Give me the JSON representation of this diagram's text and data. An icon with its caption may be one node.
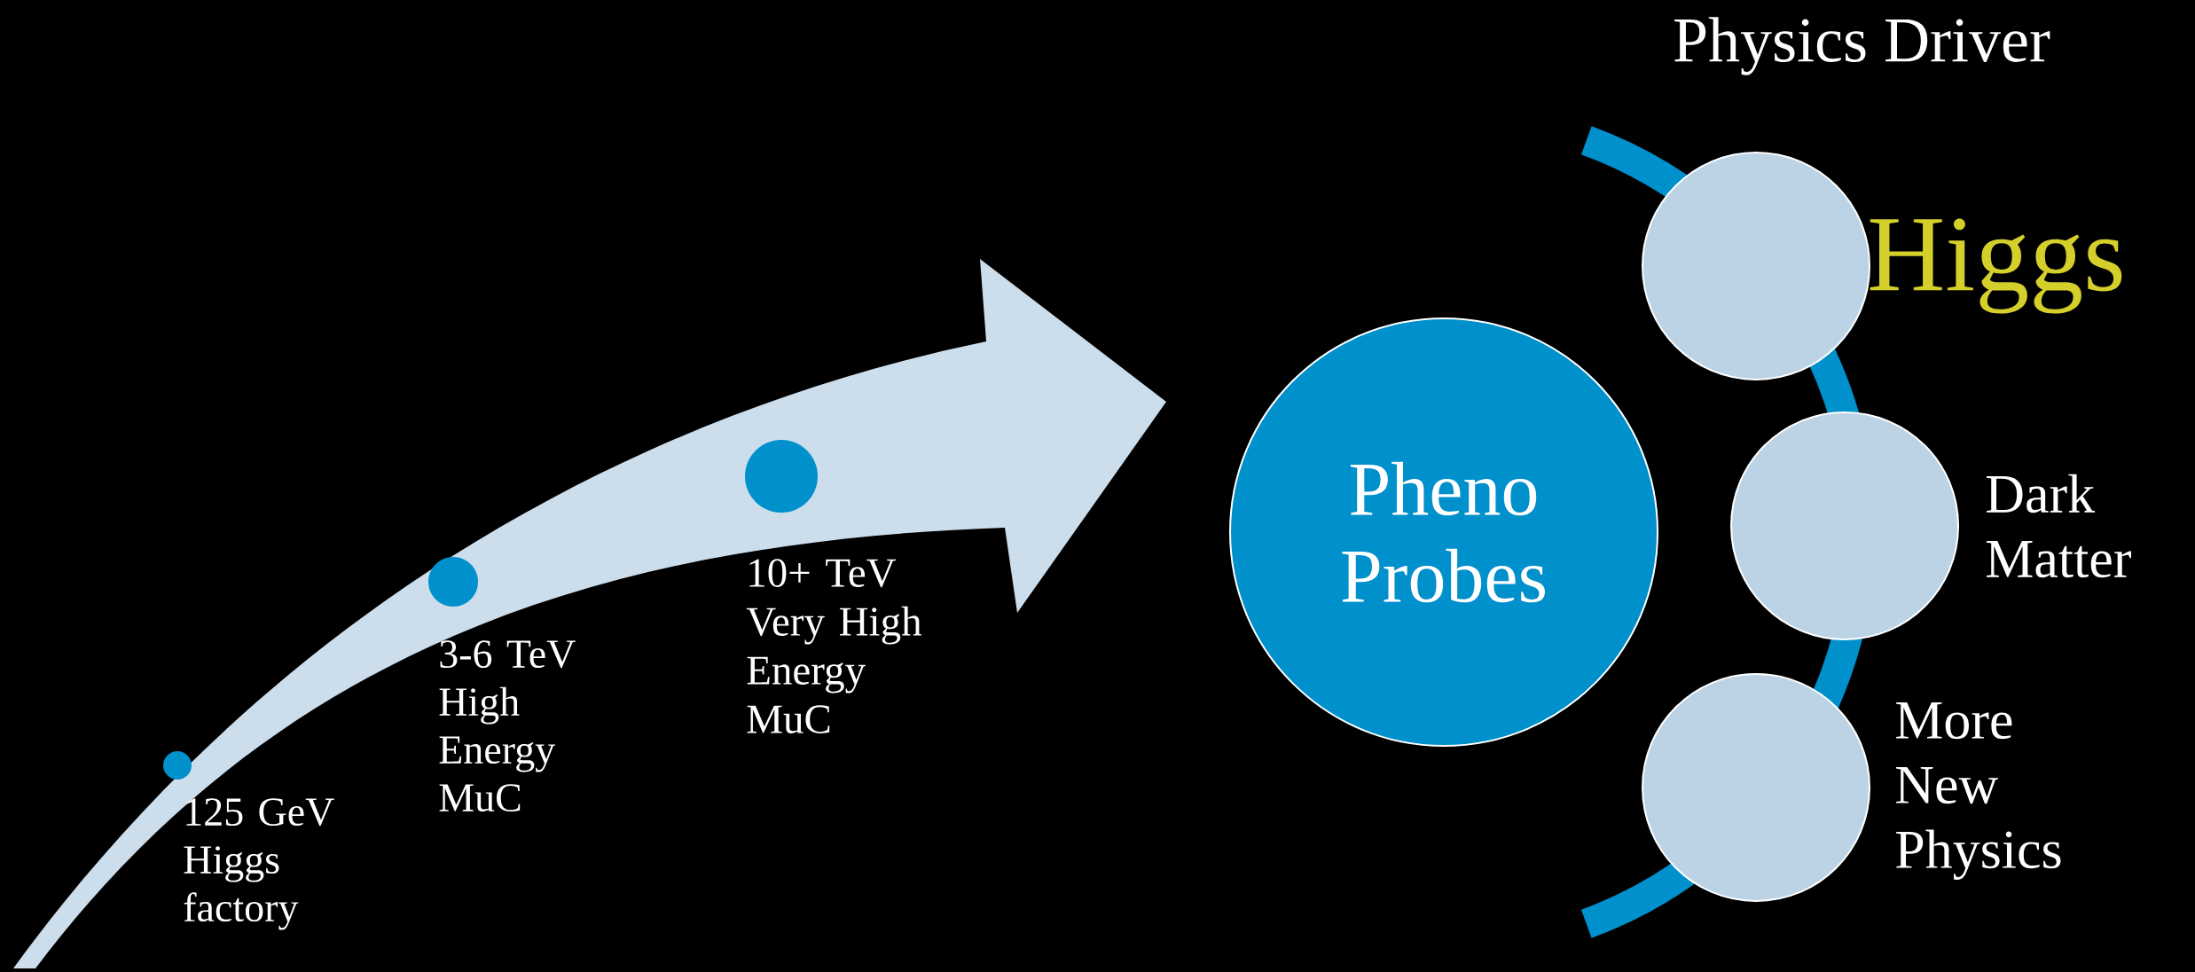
{
  "diagram": {
    "title": "Physics Driver",
    "nodes": [
      {
        "text": [],
        "shape": "circle",
        "beside": [
          "125 GeV Higgs factory"
        ]
      },
      {
        "text": [],
        "shape": "circle",
        "beside": [
          "3-6 TeV High Energy MuC"
        ]
      },
      {
        "text": [],
        "shape": "circle",
        "beside": [
          "10+ TeV Very High Energy MuC"
        ]
      },
      {
        "text": [
          "Pheno Probes"
        ]
      },
      {
        "text": [],
        "shape": "circle",
        "beside": [
          "Higgs"
        ]
      },
      {
        "text": [],
        "shape": "circle",
        "beside": [
          "Dark Matter"
        ]
      },
      {
        "text": [],
        "shape": "circle",
        "beside": [
          "More New Physics"
        ]
      }
    ]
  }
}
